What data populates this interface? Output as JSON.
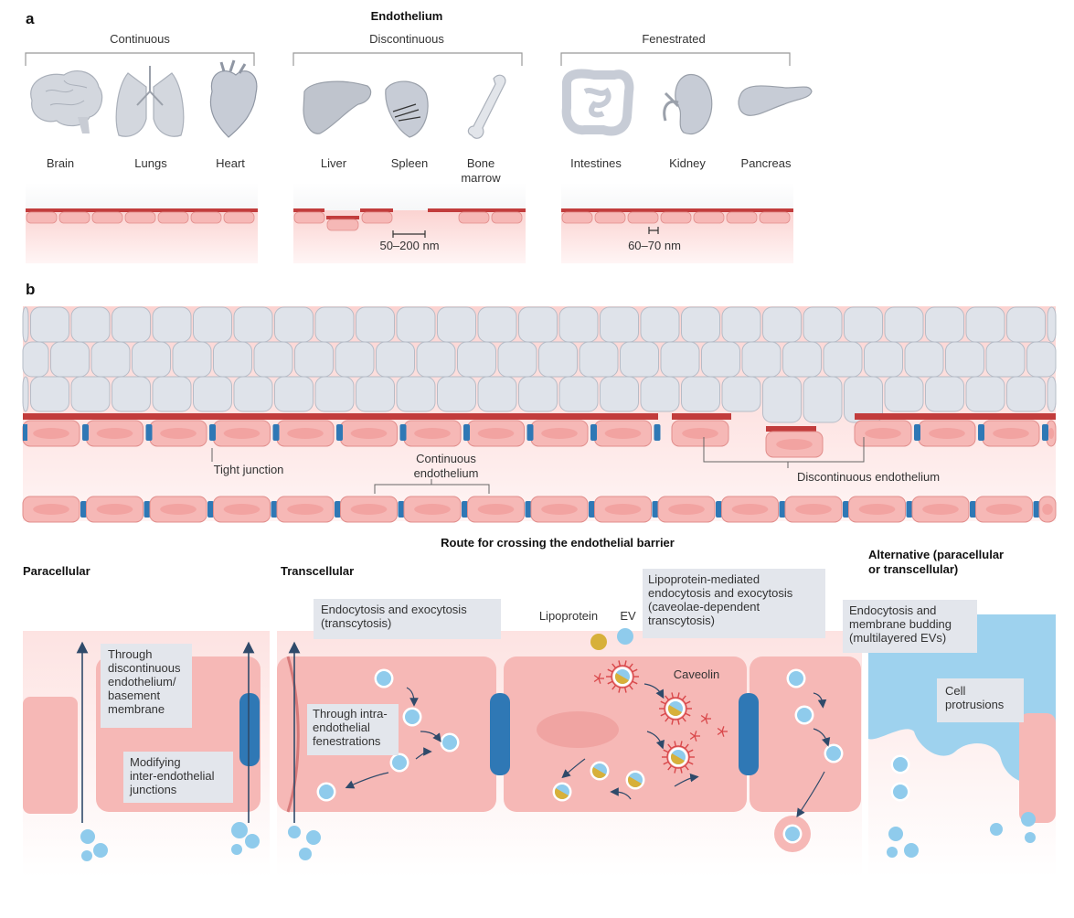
{
  "panel_a": {
    "label": "a",
    "title": "Endothelium",
    "groups": [
      {
        "name": "Continuous",
        "organs": [
          "Brain",
          "Lungs",
          "Heart"
        ]
      },
      {
        "name": "Discontinuous",
        "organs": [
          "Liver",
          "Spleen",
          "Bone marrow"
        ]
      },
      {
        "name": "Fenestrated",
        "organs": [
          "Intestines",
          "Kidney",
          "Pancreas"
        ]
      }
    ],
    "gap_discontinuous": "50–200 nm",
    "gap_fenestrated": "60–70 nm"
  },
  "panel_b": {
    "label": "b",
    "tight_junction": "Tight junction",
    "continuous_endothelium": "Continuous endothelium",
    "discontinuous_endothelium": "Discontinuous endothelium"
  },
  "routes": {
    "title": "Route for crossing the endothelial barrier",
    "paracellular": "Paracellular",
    "transcellular": "Transcellular",
    "alternative_line1": "Alternative (paracellular",
    "alternative_line2": "or transcellular)",
    "boxes": {
      "through_discontinuous": [
        "Through",
        "discontinuous",
        "endothelium/",
        "basement",
        "membrane"
      ],
      "modifying": [
        "Modifying",
        "inter-endothelial",
        "junctions"
      ],
      "endocytosis_transcytosis": [
        "Endocytosis and exocytosis",
        "(transcytosis)"
      ],
      "intra_fenestrations": [
        "Through intra-",
        "endothelial",
        "fenestrations"
      ],
      "lipoprotein_mediated": [
        "Lipoprotein-mediated",
        "endocytosis and exocytosis",
        "(caveolae-dependent",
        "transcytosis)"
      ],
      "budding": [
        "Endocytosis and",
        "membrane budding",
        "(multilayered EVs)"
      ],
      "cell_protrusions": [
        "Cell",
        "protrusions"
      ]
    },
    "lipoprotein": "Lipoprotein",
    "ev": "EV",
    "caveolin": "Caveolin"
  },
  "colors": {
    "endo_cell": "#f6b8b6",
    "basement": "#c23c3c",
    "junction": "#2f78b5",
    "tissue_cell": "#dfe3ea",
    "ev_blue": "#8fcbec",
    "lipoprotein_gold": "#d7b03a",
    "caveolin_red": "#d9474a",
    "callout_box": "#e3e6ec"
  }
}
